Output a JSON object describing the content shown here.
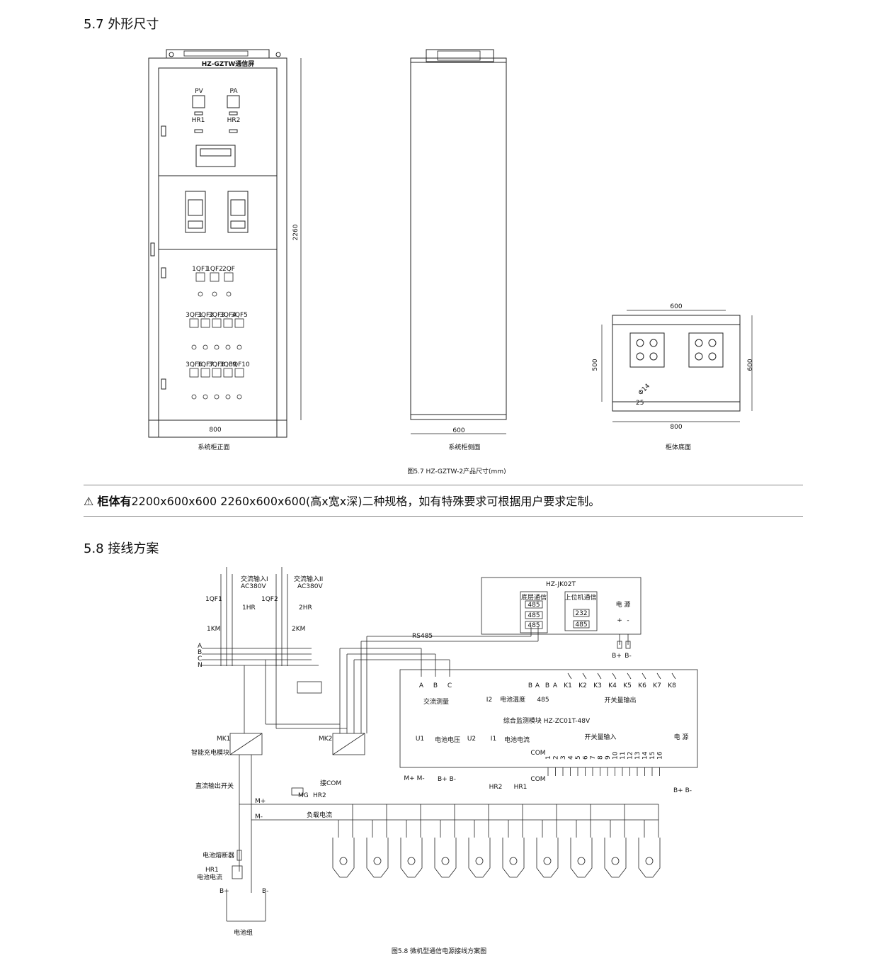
{
  "section57": {
    "title": "5.7 外形尺寸",
    "front": {
      "header": "HZ-GZTW通信屏",
      "meters": [
        "PV",
        "PA"
      ],
      "lamps": [
        "HR1",
        "HR2"
      ],
      "breakers_row1": [
        "1QF1",
        "1QF2",
        "2QF"
      ],
      "breakers_row2": [
        "3QF1",
        "3QF2",
        "3QF3",
        "3QF4",
        "3QF5"
      ],
      "breakers_row3": [
        "3QF6",
        "3QF7",
        "3QF8",
        "3QF9",
        "3QF10"
      ],
      "width": "800",
      "height": "2260",
      "caption": "系统柜正面"
    },
    "side": {
      "depth": "600",
      "caption": "系统柜侧面"
    },
    "bottom": {
      "top_dim": "600",
      "left_dim": "500",
      "right_dim": "600",
      "bottom_dim": "800",
      "hole": "Φ14",
      "offset": "25",
      "caption": "柜体底面"
    },
    "figure_caption": "图5.7 HZ-GZTW-2产品尺寸(mm)"
  },
  "notice": {
    "icon": "warning-icon",
    "bold": "柜体有",
    "text": "2200x600x600  2260x600x600(高x宽x深)二种规格，如有特殊要求可根据用户要求定制。"
  },
  "section58": {
    "title": "5.8 接线方案",
    "ac1": [
      "交流输入I",
      "AC380V"
    ],
    "ac2": [
      "交流输入II",
      "AC380V"
    ],
    "labels": {
      "qf1": "1QF1",
      "qf2": "1QF2",
      "hr1": "1HR",
      "hr2": "2HR",
      "km1": "1KM",
      "km2": "2KM",
      "A": "A",
      "B": "B",
      "C": "C",
      "N": "N",
      "mk1": "MK1",
      "mk2": "MK2",
      "charger": "智能充电模块",
      "dc_switch": "直流输出开关",
      "mplus": "M+",
      "mminus": "M-",
      "load": "负载电流",
      "fuse": "电池熔断器",
      "hr1b": "HR1",
      "batt_current": "电池电流",
      "bplus": "B+",
      "bminus": "B-",
      "battery": "电池组",
      "mg": "MG",
      "hr2b": "HR2",
      "com_small": "接COM",
      "rs485": "RS485"
    },
    "jk": {
      "title": "HZ-JK02T",
      "bottom_comm": "底层通信",
      "upper_comm": "上位机通信",
      "ports_left": [
        "485",
        "485",
        "485"
      ],
      "ports_right": [
        "232",
        "485"
      ],
      "power": "电 源",
      "pm": [
        "+",
        "-"
      ],
      "bterm": [
        "B+",
        "B-"
      ]
    },
    "zc": {
      "title": "综合监测模块 HZ-ZC01T-48V",
      "top_terms": [
        "A",
        "B",
        "C"
      ],
      "ac_measure": "交流测量",
      "i2": "I2",
      "batt_temp": "电池温度",
      "p485": "485",
      "ba": [
        "B",
        "A",
        "B",
        "A"
      ],
      "k_terms": [
        "K1",
        "K2",
        "K3",
        "K4",
        "K5",
        "K6",
        "K7",
        "K8"
      ],
      "switch_out": "开关量输出",
      "u1": "U1",
      "batt_voltage": "电池电压",
      "u2": "U2",
      "i1": "I1",
      "batt_current": "电池电流",
      "com": "COM",
      "switch_in": "开关量输入",
      "nums": [
        "1",
        "2",
        "3",
        "4",
        "5",
        "6",
        "7",
        "8",
        "9",
        "10",
        "11",
        "12",
        "13",
        "14",
        "15",
        "16"
      ],
      "power": "电 源",
      "bot_mpm": "M+ M-",
      "bot_bpb": "B+ B-",
      "bot_hr2": "HR2",
      "bot_hr1": "HR1",
      "bot_com": "COM",
      "bot_b": "B+ B-"
    },
    "figure_caption": "图5.8 微机型通信电源接线方案图"
  }
}
